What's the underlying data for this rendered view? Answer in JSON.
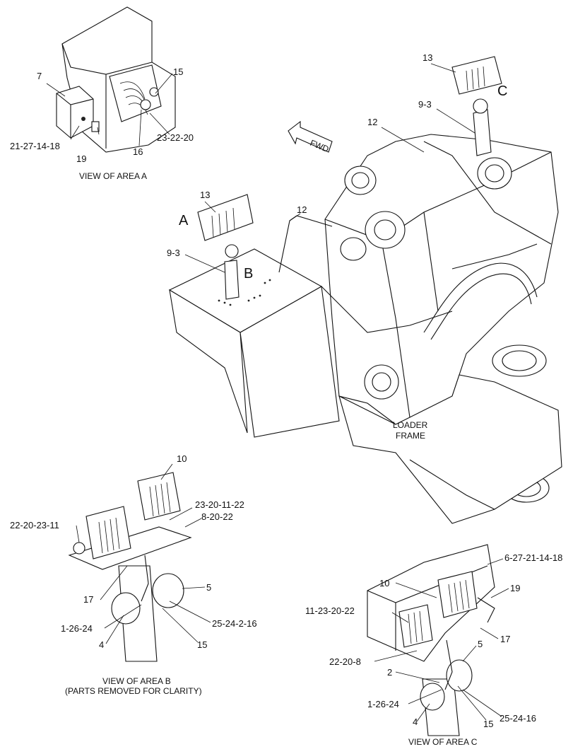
{
  "view_a": {
    "caption": "VIEW OF AREA A",
    "callouts": [
      "7",
      "15",
      "21-27-14-18",
      "19",
      "16",
      "23-22-20"
    ]
  },
  "view_b": {
    "caption_line1": "VIEW OF AREA B",
    "caption_line2": "(PARTS REMOVED FOR CLARITY)",
    "callouts": [
      "10",
      "23-20-11-22",
      "8-20-22",
      "22-20-23-11",
      "5",
      "17",
      "1-26-24",
      "25-24-2-16",
      "4",
      "15"
    ]
  },
  "view_c": {
    "caption": "VIEW OF AREA C",
    "callouts": [
      "6-27-21-14-18",
      "10",
      "19",
      "11-23-20-22",
      "17",
      "5",
      "22-20-8",
      "2",
      "1-26-24",
      "15",
      "25-24-16",
      "4"
    ]
  },
  "main": {
    "area_letters": [
      "A",
      "B",
      "C"
    ],
    "fwd_label": "FWD",
    "frame_label_line1": "LOADER",
    "frame_label_line2": "FRAME",
    "callouts": [
      "13",
      "9-3",
      "12",
      "13",
      "9-3",
      "12"
    ]
  }
}
